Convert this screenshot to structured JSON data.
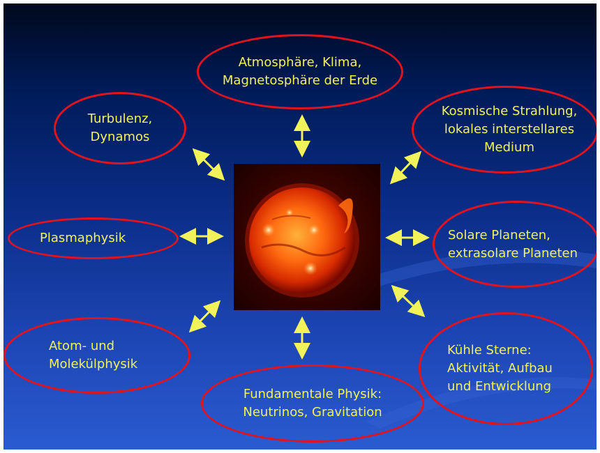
{
  "colors": {
    "background_top": "#00081c",
    "background_bottom": "#2a5bd0",
    "ellipse_border": "#e0141e",
    "text": "#f2f25a",
    "arrow": "#f2f25a"
  },
  "center_image": {
    "icon": "sun-image"
  },
  "nodes": {
    "atmosphaere": {
      "line1": "Atmosphäre, Klima,",
      "line2": "Magnetosphäre der Erde"
    },
    "turbulenz": {
      "line1": "Turbulenz,",
      "line2": "Dynamos"
    },
    "kosmisch": {
      "line1": "Kosmische Strahlung,",
      "line2": "lokales interstellares",
      "line3": "Medium"
    },
    "plasma": {
      "line1": "Plasmaphysik"
    },
    "solare": {
      "line1": "Solare Planeten,",
      "line2": "extrasolare Planeten"
    },
    "atom": {
      "line1": "Atom- und",
      "line2": "Molekülphysik"
    },
    "kuehle": {
      "line1": "Kühle Sterne:",
      "line2": "Aktivität, Aufbau",
      "line3": "und Entwicklung"
    },
    "fundamental": {
      "line1": "Fundamentale Physik:",
      "line2": "Neutrinos, Gravitation"
    }
  }
}
